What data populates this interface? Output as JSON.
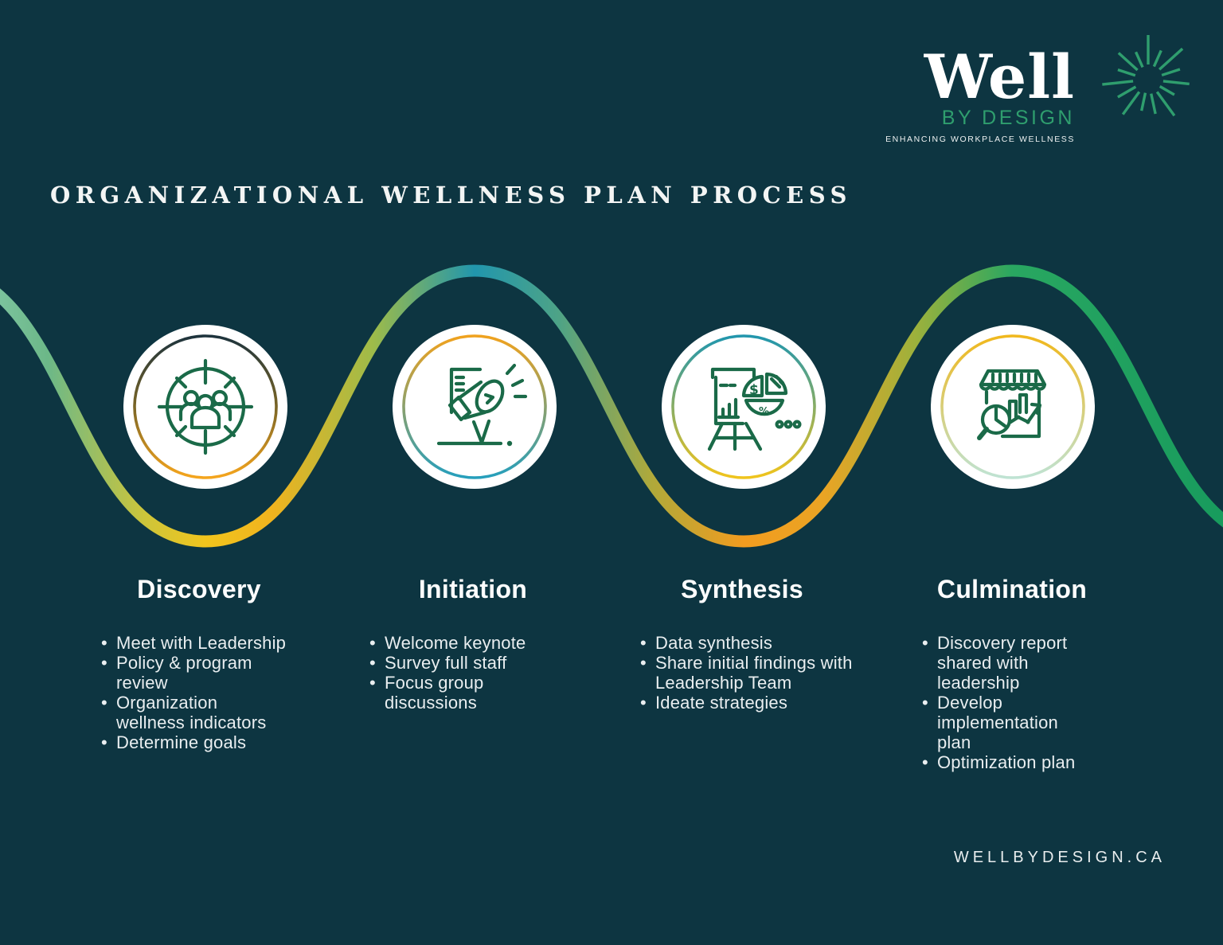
{
  "logo": {
    "wordmark": "Well",
    "subtitle": "BY DESIGN",
    "tagline": "ENHANCING WORKPLACE WELLNESS"
  },
  "title": "ORGANIZATIONAL WELLNESS PLAN PROCESS",
  "stages": [
    {
      "name": "Discovery",
      "icon": "target-people-icon",
      "bullets": [
        "Meet with Leadership",
        "Policy & program review",
        "Organization wellness indicators",
        "Determine goals"
      ]
    },
    {
      "name": "Initiation",
      "icon": "megaphone-icon",
      "bullets": [
        "Welcome keynote",
        "Survey full staff",
        "Focus group discussions"
      ]
    },
    {
      "name": "Synthesis",
      "icon": "presentation-pie-chart-icon",
      "bullets": [
        "Data synthesis",
        "Share initial findings with Leadership Team",
        "Ideate strategies"
      ]
    },
    {
      "name": "Culmination",
      "icon": "storefront-analytics-icon",
      "bullets": [
        "Discovery report shared with leadership",
        "Develop implementation plan",
        "Optimization plan"
      ]
    }
  ],
  "footer": {
    "website": "WELLBYDESIGN.CA"
  },
  "colors": {
    "background": "#0d3541",
    "icon_green": "#1a6a48",
    "logo_green": "#2f9e6e",
    "wave_mint": "#8fd0b8",
    "wave_yellow": "#f2c51d",
    "wave_teal": "#2196ad",
    "wave_orange": "#f29c1f",
    "wave_green": "#29a761",
    "ring_dark": "#1d333d",
    "ring_gold": "#f5a51d",
    "ring_teal": "#28a0bd",
    "ring_yellow": "#f0c41d",
    "ring_pale_mint": "#bfe3d3"
  }
}
